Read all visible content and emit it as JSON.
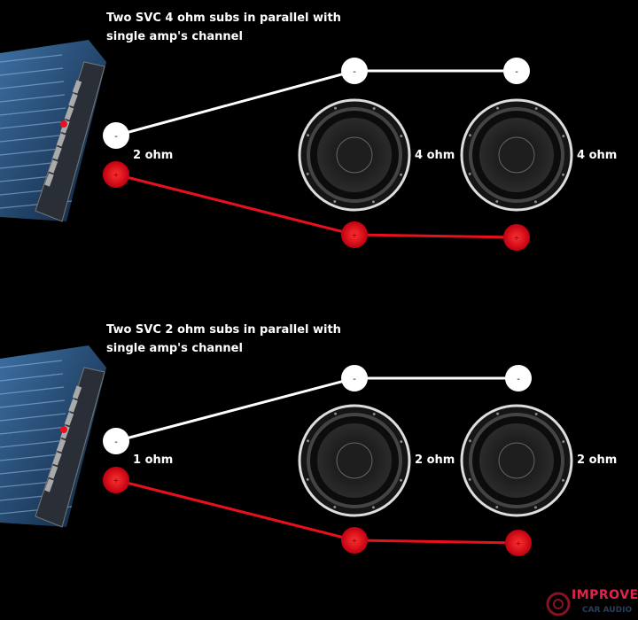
{
  "diagrams": [
    {
      "title_line1": "Two SVC 4 ohm subs in parallel with",
      "title_line2": "single amp's channel",
      "amp_load": "2 ohm",
      "sub_labels": [
        "4 ohm",
        "4 ohm"
      ],
      "terminal_neg": "-",
      "terminal_pos": "+"
    },
    {
      "title_line1": "Two SVC 2 ohm subs in parallel with",
      "title_line2": "single amp's channel",
      "amp_load": "1 ohm",
      "sub_labels": [
        "2 ohm",
        "2 ohm"
      ],
      "terminal_neg": "-",
      "terminal_pos": "+"
    }
  ],
  "colors": {
    "negative": "#ffffff",
    "positive": "#e8101e",
    "background": "#000000",
    "amp": "#2a5b8c"
  },
  "logo": {
    "text": "IMPROVE",
    "subtext": "CAR AUDIO"
  }
}
